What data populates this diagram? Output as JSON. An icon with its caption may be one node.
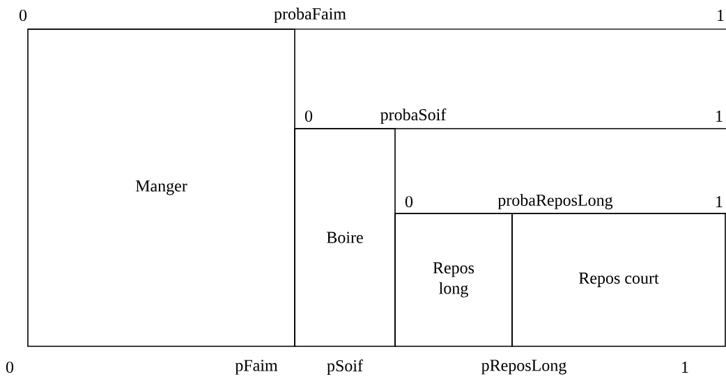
{
  "diagram": {
    "nodes": [
      {
        "text": [
          "Manger"
        ]
      },
      {
        "text": [
          "Boire"
        ]
      },
      {
        "text": [
          "Repos long"
        ]
      },
      {
        "text": [
          "Repos court"
        ]
      }
    ],
    "labels": [
      "0",
      "probaFaim",
      "1",
      "0",
      "probaSoif",
      "1",
      "0",
      "probaReposLong",
      "1",
      "0",
      "pFaim",
      "pSoif",
      "pReposLong",
      "1"
    ]
  }
}
